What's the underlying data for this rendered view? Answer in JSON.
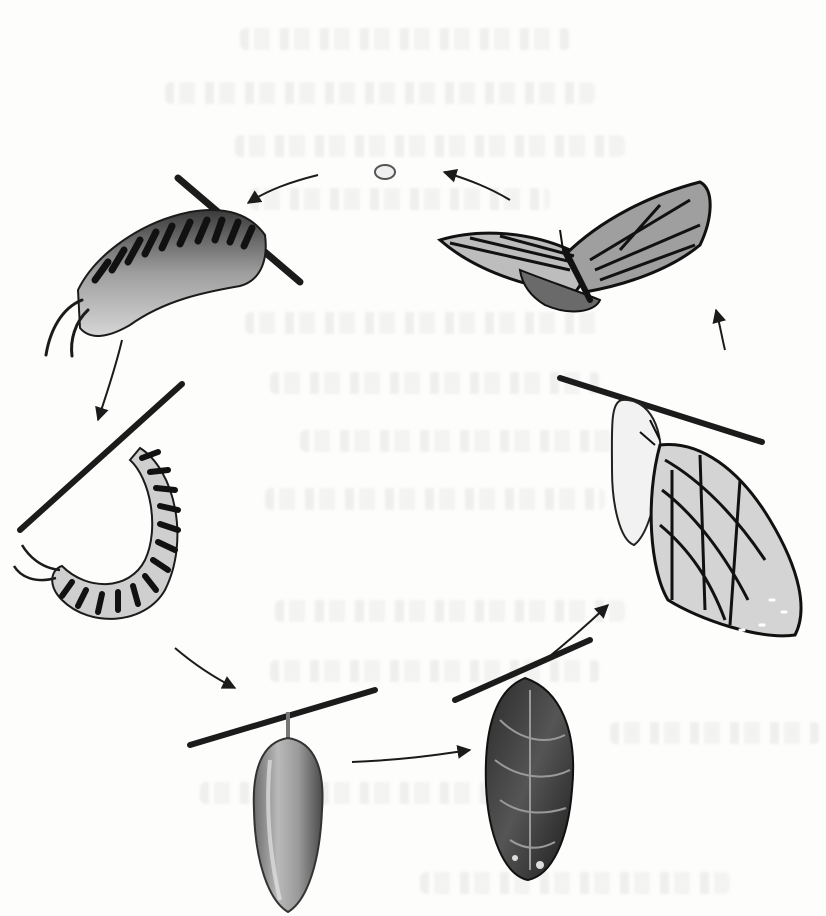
{
  "figure": {
    "stages": [
      {
        "id": "egg"
      },
      {
        "id": "caterpillar"
      },
      {
        "id": "caterpillar-hanging"
      },
      {
        "id": "chrysalis-green"
      },
      {
        "id": "chrysalis-dark"
      },
      {
        "id": "butterfly-emerging"
      },
      {
        "id": "butterfly-adult"
      }
    ],
    "colors": {
      "ink": "#1b1b1b",
      "gray_mid": "#8a8a8a",
      "gray_light": "#c9c9c9",
      "paper": "#fdfdfc"
    }
  }
}
